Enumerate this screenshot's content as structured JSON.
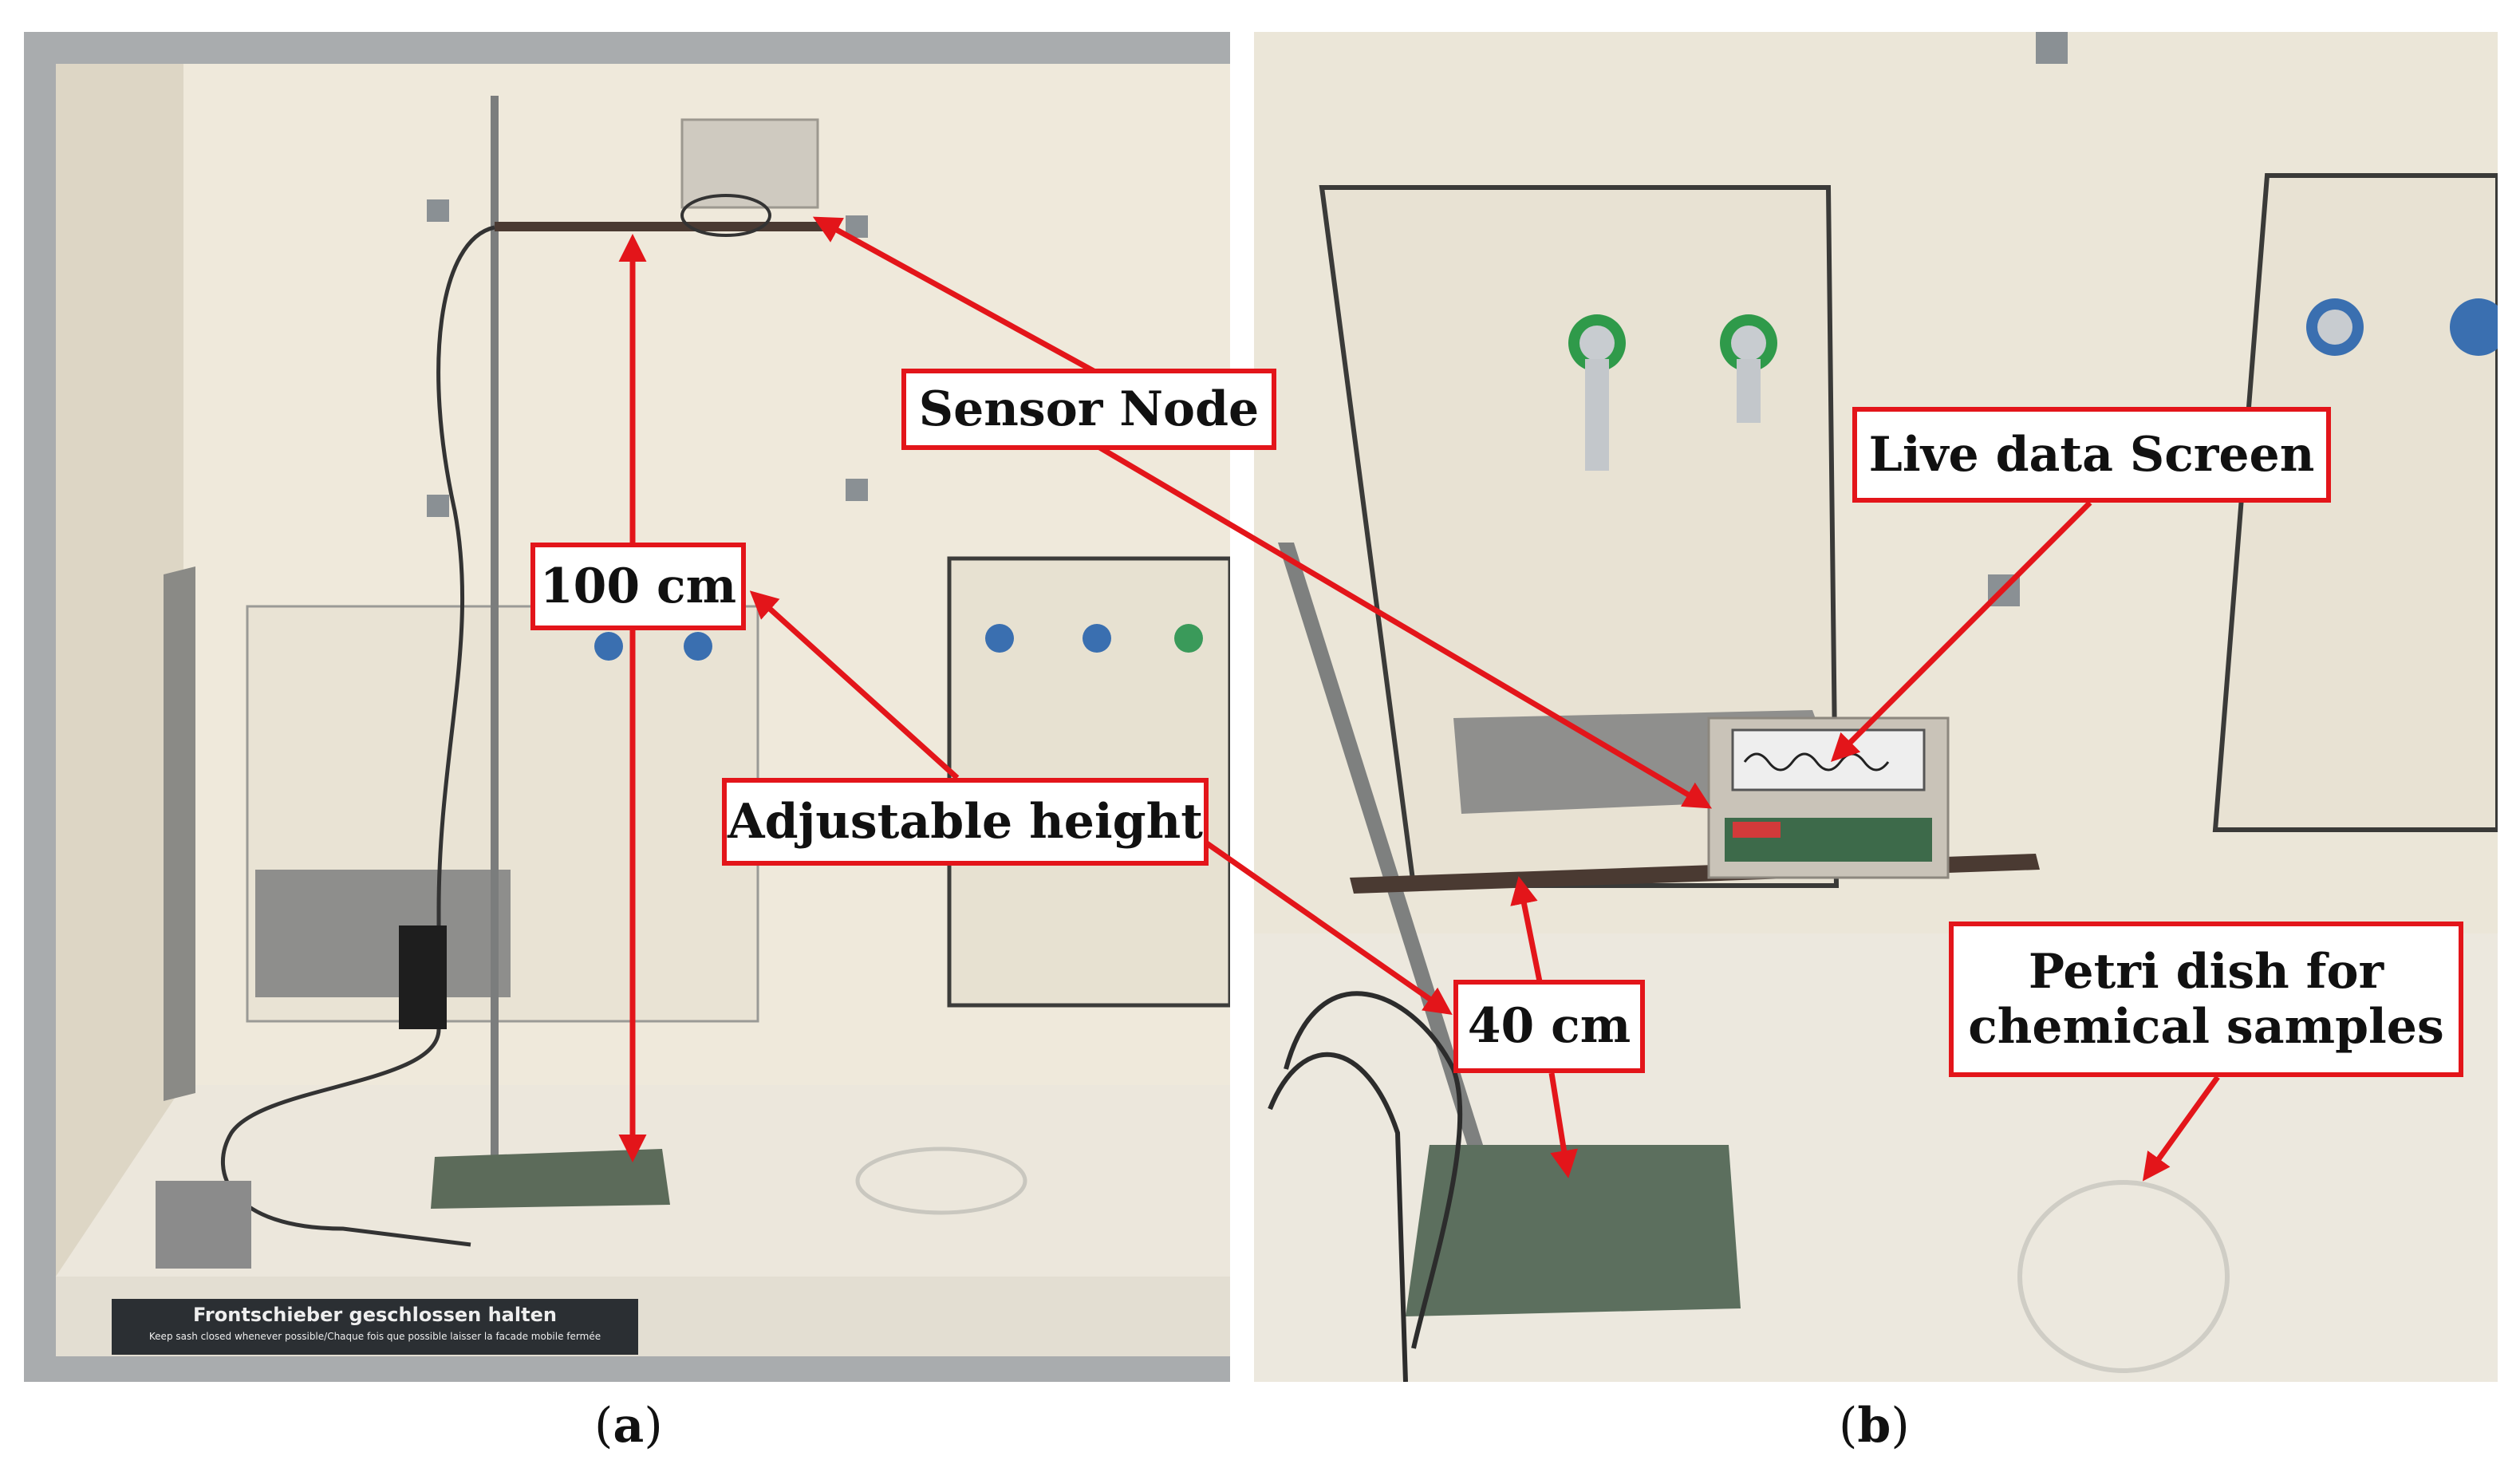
{
  "panels": {
    "a": {
      "caption_open": "(",
      "caption_letter": "a",
      "caption_close": ")",
      "labels": {
        "sensor_node": "Sensor Node",
        "height_100": "100 cm",
        "adjustable_height": "Adjustable height"
      },
      "sign": {
        "title": "Frontschieber geschlossen halten",
        "subtitle": "Keep sash closed whenever possible/Chaque fois que possible laisser la facade mobile fermée"
      }
    },
    "b": {
      "caption_open": "(",
      "caption_letter": "b",
      "caption_close": ")",
      "labels": {
        "live_data_screen": "Live data Screen",
        "height_40": "40 cm",
        "petri_line1": "Petri dish for",
        "petri_line2": "chemical samples"
      }
    }
  },
  "colors": {
    "annotation_red": "#e3151a",
    "fume_hood_wall": "#e9e4d6",
    "frame_grey": "#b9bcbf"
  }
}
